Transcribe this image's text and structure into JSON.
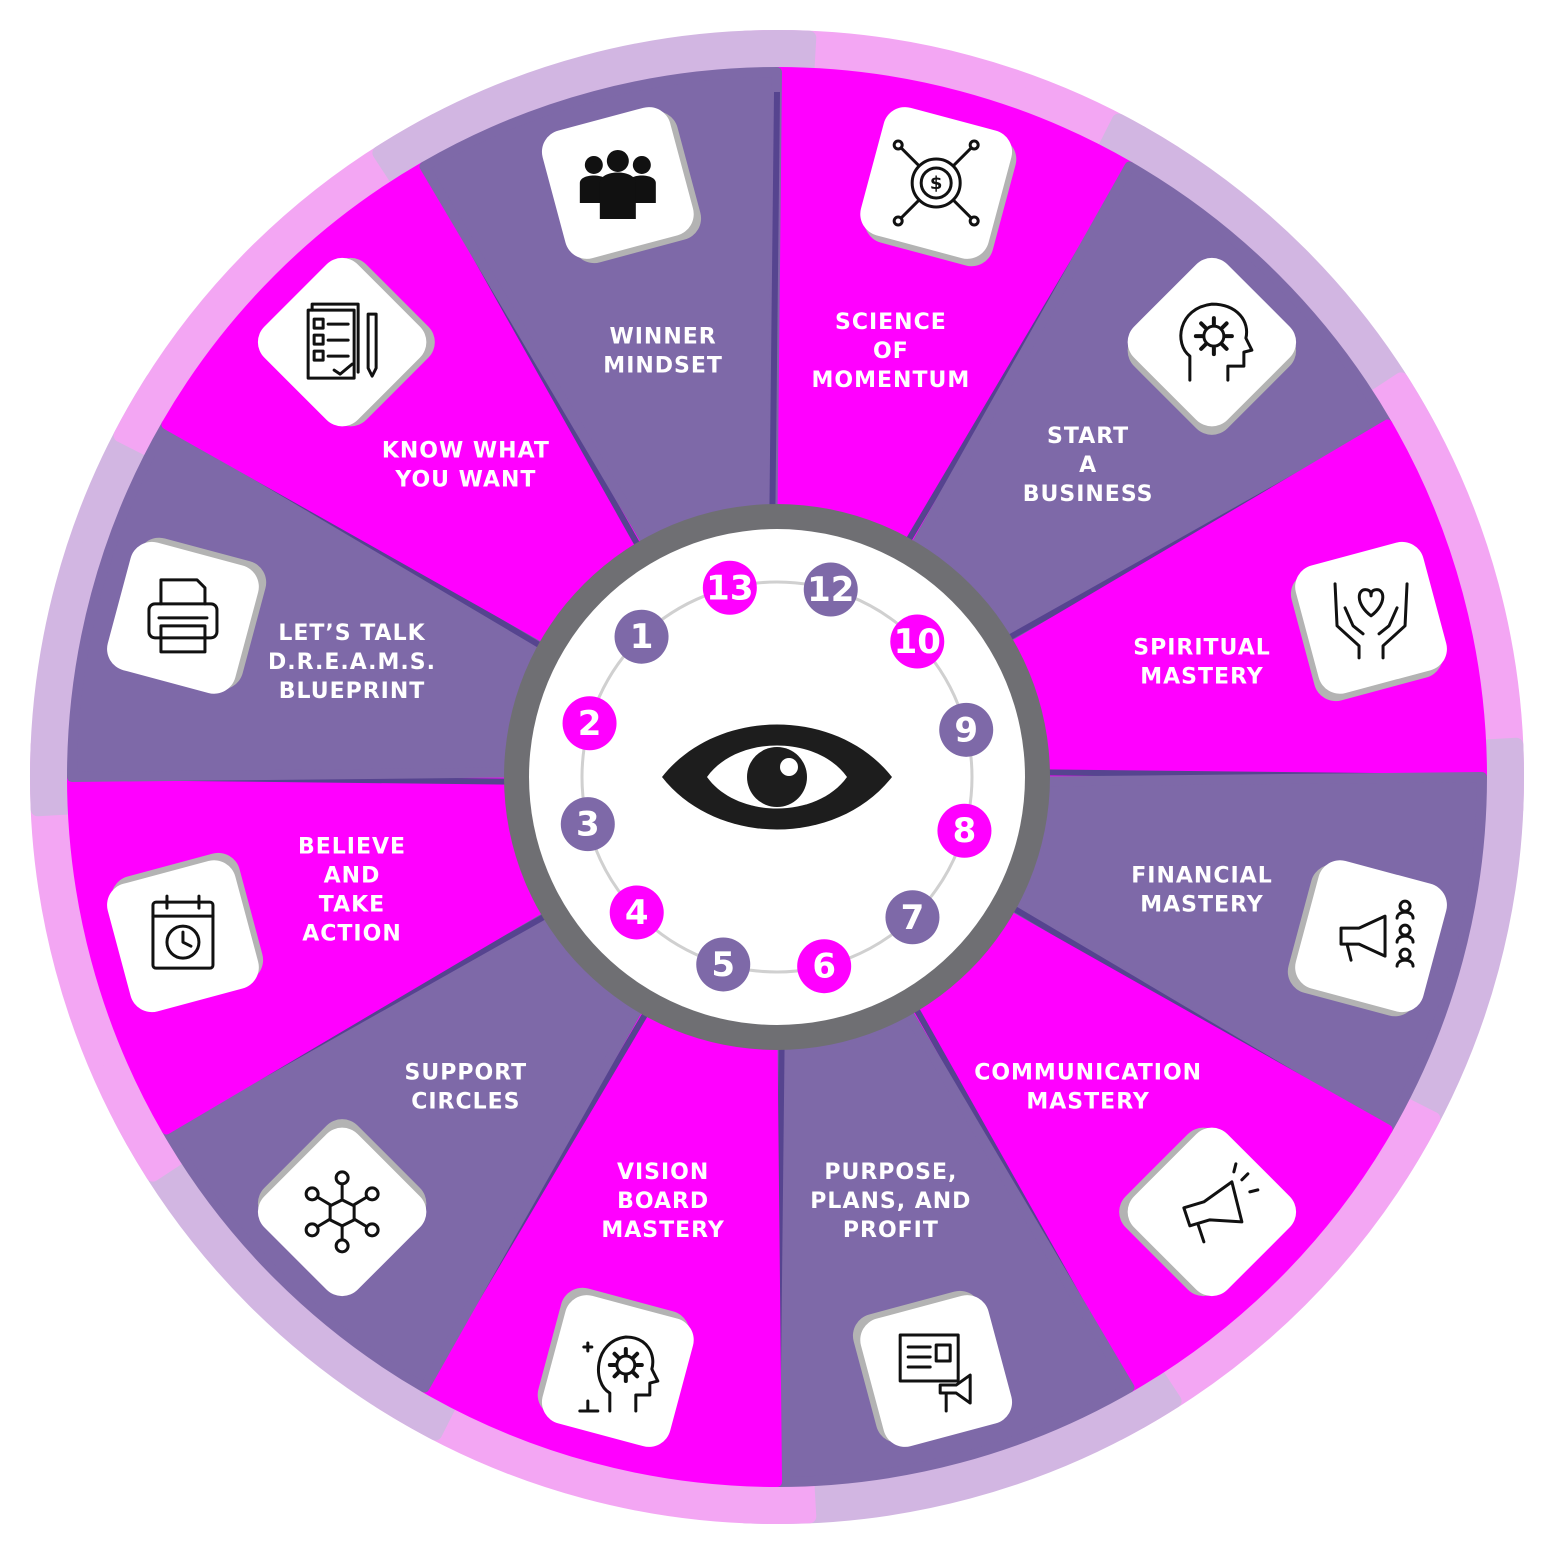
{
  "colors": {
    "magenta": "#ff00ff",
    "purple": "#7e69a8",
    "outer_pink": "#f3a6f3",
    "outer_lilac": "#d2b6e2",
    "dark_edge": "#56448f",
    "hub_ring": "#6f6f73",
    "hub_fill": "#ffffff",
    "eye": "#1d1d1d",
    "card_shadow": "#b3b3b3"
  },
  "segments": [
    {
      "id": "science-of-momentum",
      "lines": [
        "SCIENCE",
        "OF",
        "MOMENTUM"
      ],
      "color": "magenta",
      "icon": "money-growth-icon"
    },
    {
      "id": "start-a-business",
      "lines": [
        "START",
        "A",
        "BUSINESS"
      ],
      "color": "purple",
      "icon": "head-gear-icon"
    },
    {
      "id": "spiritual-mastery",
      "lines": [
        "SPIRITUAL",
        "MASTERY"
      ],
      "color": "magenta",
      "icon": "hands-heart-icon"
    },
    {
      "id": "financial-mastery",
      "lines": [
        "FINANCIAL",
        "MASTERY"
      ],
      "color": "purple",
      "icon": "megaphone-audience-icon"
    },
    {
      "id": "communication-mastery",
      "lines": [
        "COMMUNICATION",
        "MASTERY"
      ],
      "color": "magenta",
      "icon": "megaphone-icon"
    },
    {
      "id": "purpose-plans-profit",
      "lines": [
        "PURPOSE,",
        "PLANS, AND",
        "PROFIT"
      ],
      "color": "purple",
      "icon": "billboard-icon"
    },
    {
      "id": "vision-board-mastery",
      "lines": [
        "VISION",
        "BOARD",
        "MASTERY"
      ],
      "color": "magenta",
      "icon": "head-idea-icon"
    },
    {
      "id": "support-circles",
      "lines": [
        "SUPPORT",
        "CIRCLES"
      ],
      "color": "purple",
      "icon": "network-icon"
    },
    {
      "id": "believe-and-take-action",
      "lines": [
        "BELIEVE",
        "AND",
        "TAKE",
        "ACTION"
      ],
      "color": "magenta",
      "icon": "calendar-clock-icon"
    },
    {
      "id": "dreams-blueprint",
      "lines": [
        "LET’S TALK",
        "D.R.E.A.M.S.",
        "BLUEPRINT"
      ],
      "color": "purple",
      "icon": "printer-icon"
    },
    {
      "id": "know-what-you-want",
      "lines": [
        "KNOW WHAT",
        "YOU WANT"
      ],
      "color": "magenta",
      "icon": "checklist-icon"
    },
    {
      "id": "winner-mindset",
      "lines": [
        "WINNER",
        "MINDSET"
      ],
      "color": "purple",
      "icon": "team-icon"
    }
  ],
  "numbers": [
    {
      "label": "13",
      "color": "magenta"
    },
    {
      "label": "12",
      "color": "purple"
    },
    {
      "label": "10",
      "color": "magenta"
    },
    {
      "label": "9",
      "color": "purple"
    },
    {
      "label": "8",
      "color": "magenta"
    },
    {
      "label": "7",
      "color": "purple"
    },
    {
      "label": "6",
      "color": "magenta"
    },
    {
      "label": "5",
      "color": "purple"
    },
    {
      "label": "4",
      "color": "magenta"
    },
    {
      "label": "3",
      "color": "purple"
    },
    {
      "label": "2",
      "color": "magenta"
    },
    {
      "label": "1",
      "color": "purple"
    }
  ],
  "center": {
    "icon": "eye-icon"
  }
}
